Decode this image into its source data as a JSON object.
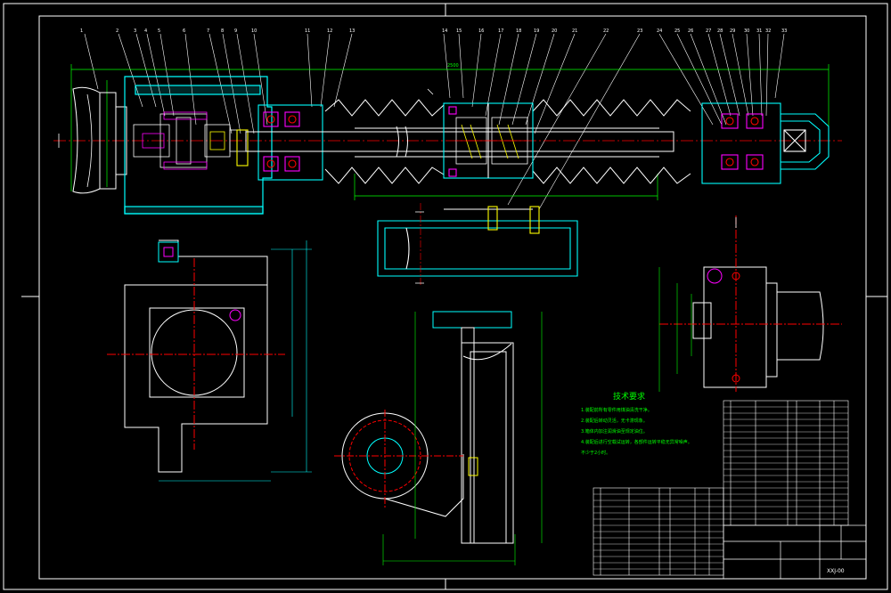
{
  "technical_requirements": {
    "title": "技术要求",
    "items": [
      "1.装配前所有零件用煤油清洗干净。",
      "2.装配后转动灵活，无卡滞现象。",
      "3.箱体内加注润滑油至规定油位。",
      "4.装配后进行空载试运转，各部件运转平稳无异常噪声。",
      "不少于2小时。"
    ]
  },
  "title_block": {
    "drawing_no": "XXJ-00"
  },
  "colors": {
    "background": "#000000",
    "outline": "#ffffff",
    "dimension": "#00ff00",
    "centerline": "#ff0000",
    "part": "#00ffff",
    "hidden": "#ffff00",
    "accent": "#ff00ff"
  }
}
